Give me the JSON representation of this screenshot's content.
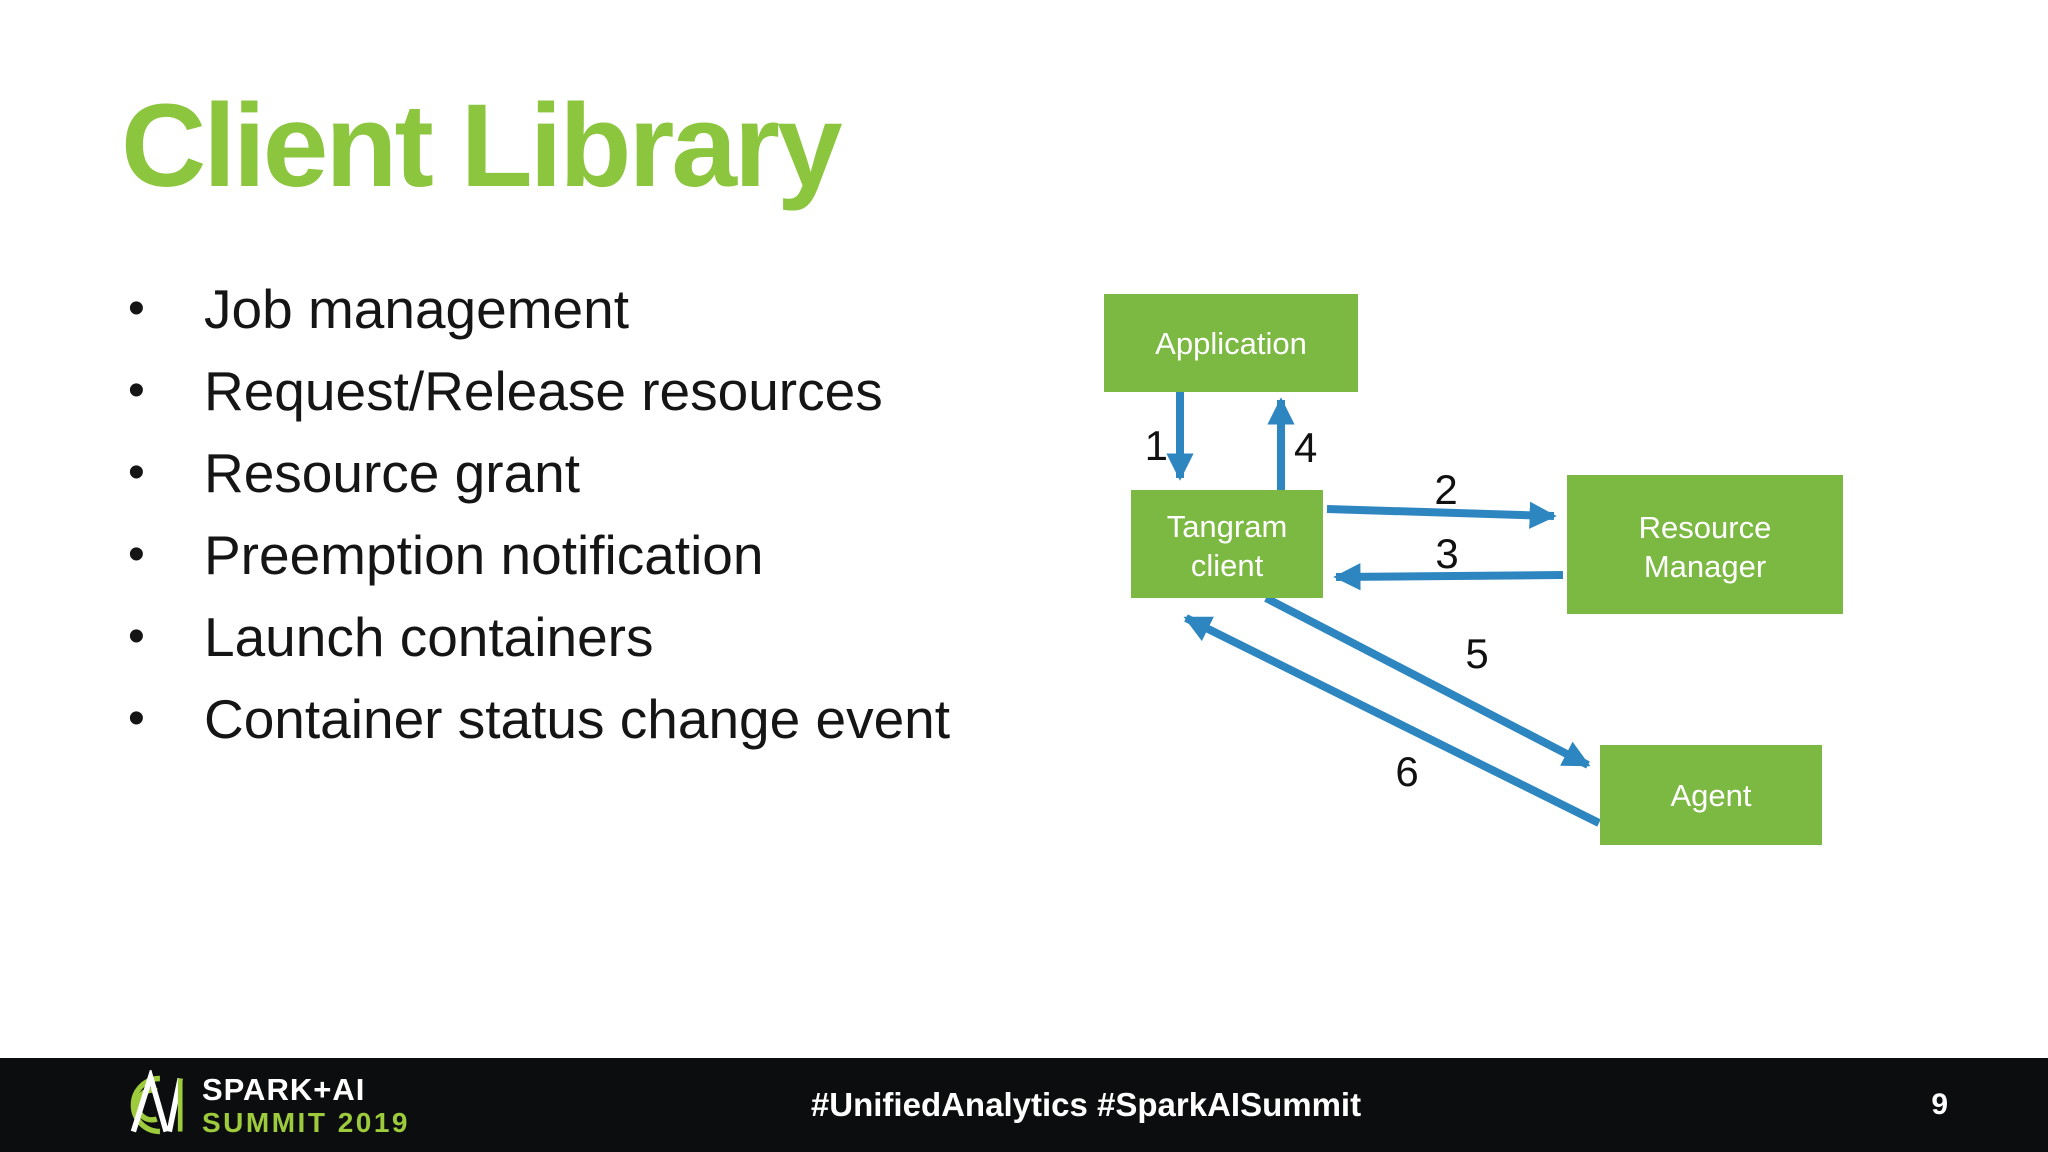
{
  "slide": {
    "title": "Client Library"
  },
  "bullets": [
    "Job management",
    "Request/Release resources",
    "Resource grant",
    "Preemption notification",
    "Launch containers",
    "Container status change event"
  ],
  "diagram": {
    "nodes": {
      "application": {
        "label": "Application"
      },
      "tangram_client": {
        "line1": "Tangram",
        "line2": "client"
      },
      "resource_manager": {
        "line1": "Resource",
        "line2": "Manager"
      },
      "agent": {
        "label": "Agent"
      }
    },
    "arrows": [
      {
        "label": "1",
        "from": "Application",
        "to": "Tangram client"
      },
      {
        "label": "2",
        "from": "Tangram client",
        "to": "Resource Manager"
      },
      {
        "label": "3",
        "from": "Resource Manager",
        "to": "Tangram client"
      },
      {
        "label": "4",
        "from": "Tangram client",
        "to": "Application"
      },
      {
        "label": "5",
        "from": "Tangram client",
        "to": "Agent"
      },
      {
        "label": "6",
        "from": "Agent",
        "to": "Tangram client"
      }
    ],
    "colors": {
      "node_fill": "#7CB943",
      "node_text": "#ffffff",
      "arrow": "#2E86C1",
      "title_green": "#8CC63E"
    }
  },
  "footer": {
    "logo": {
      "line1": "SPARK+AI",
      "line2": "SUMMIT 2019"
    },
    "hashtags": "#UnifiedAnalytics #SparkAISummit",
    "page_number": "9",
    "colors": {
      "bar": "#0c0d0e",
      "logo_green": "#9DCB3C"
    }
  }
}
